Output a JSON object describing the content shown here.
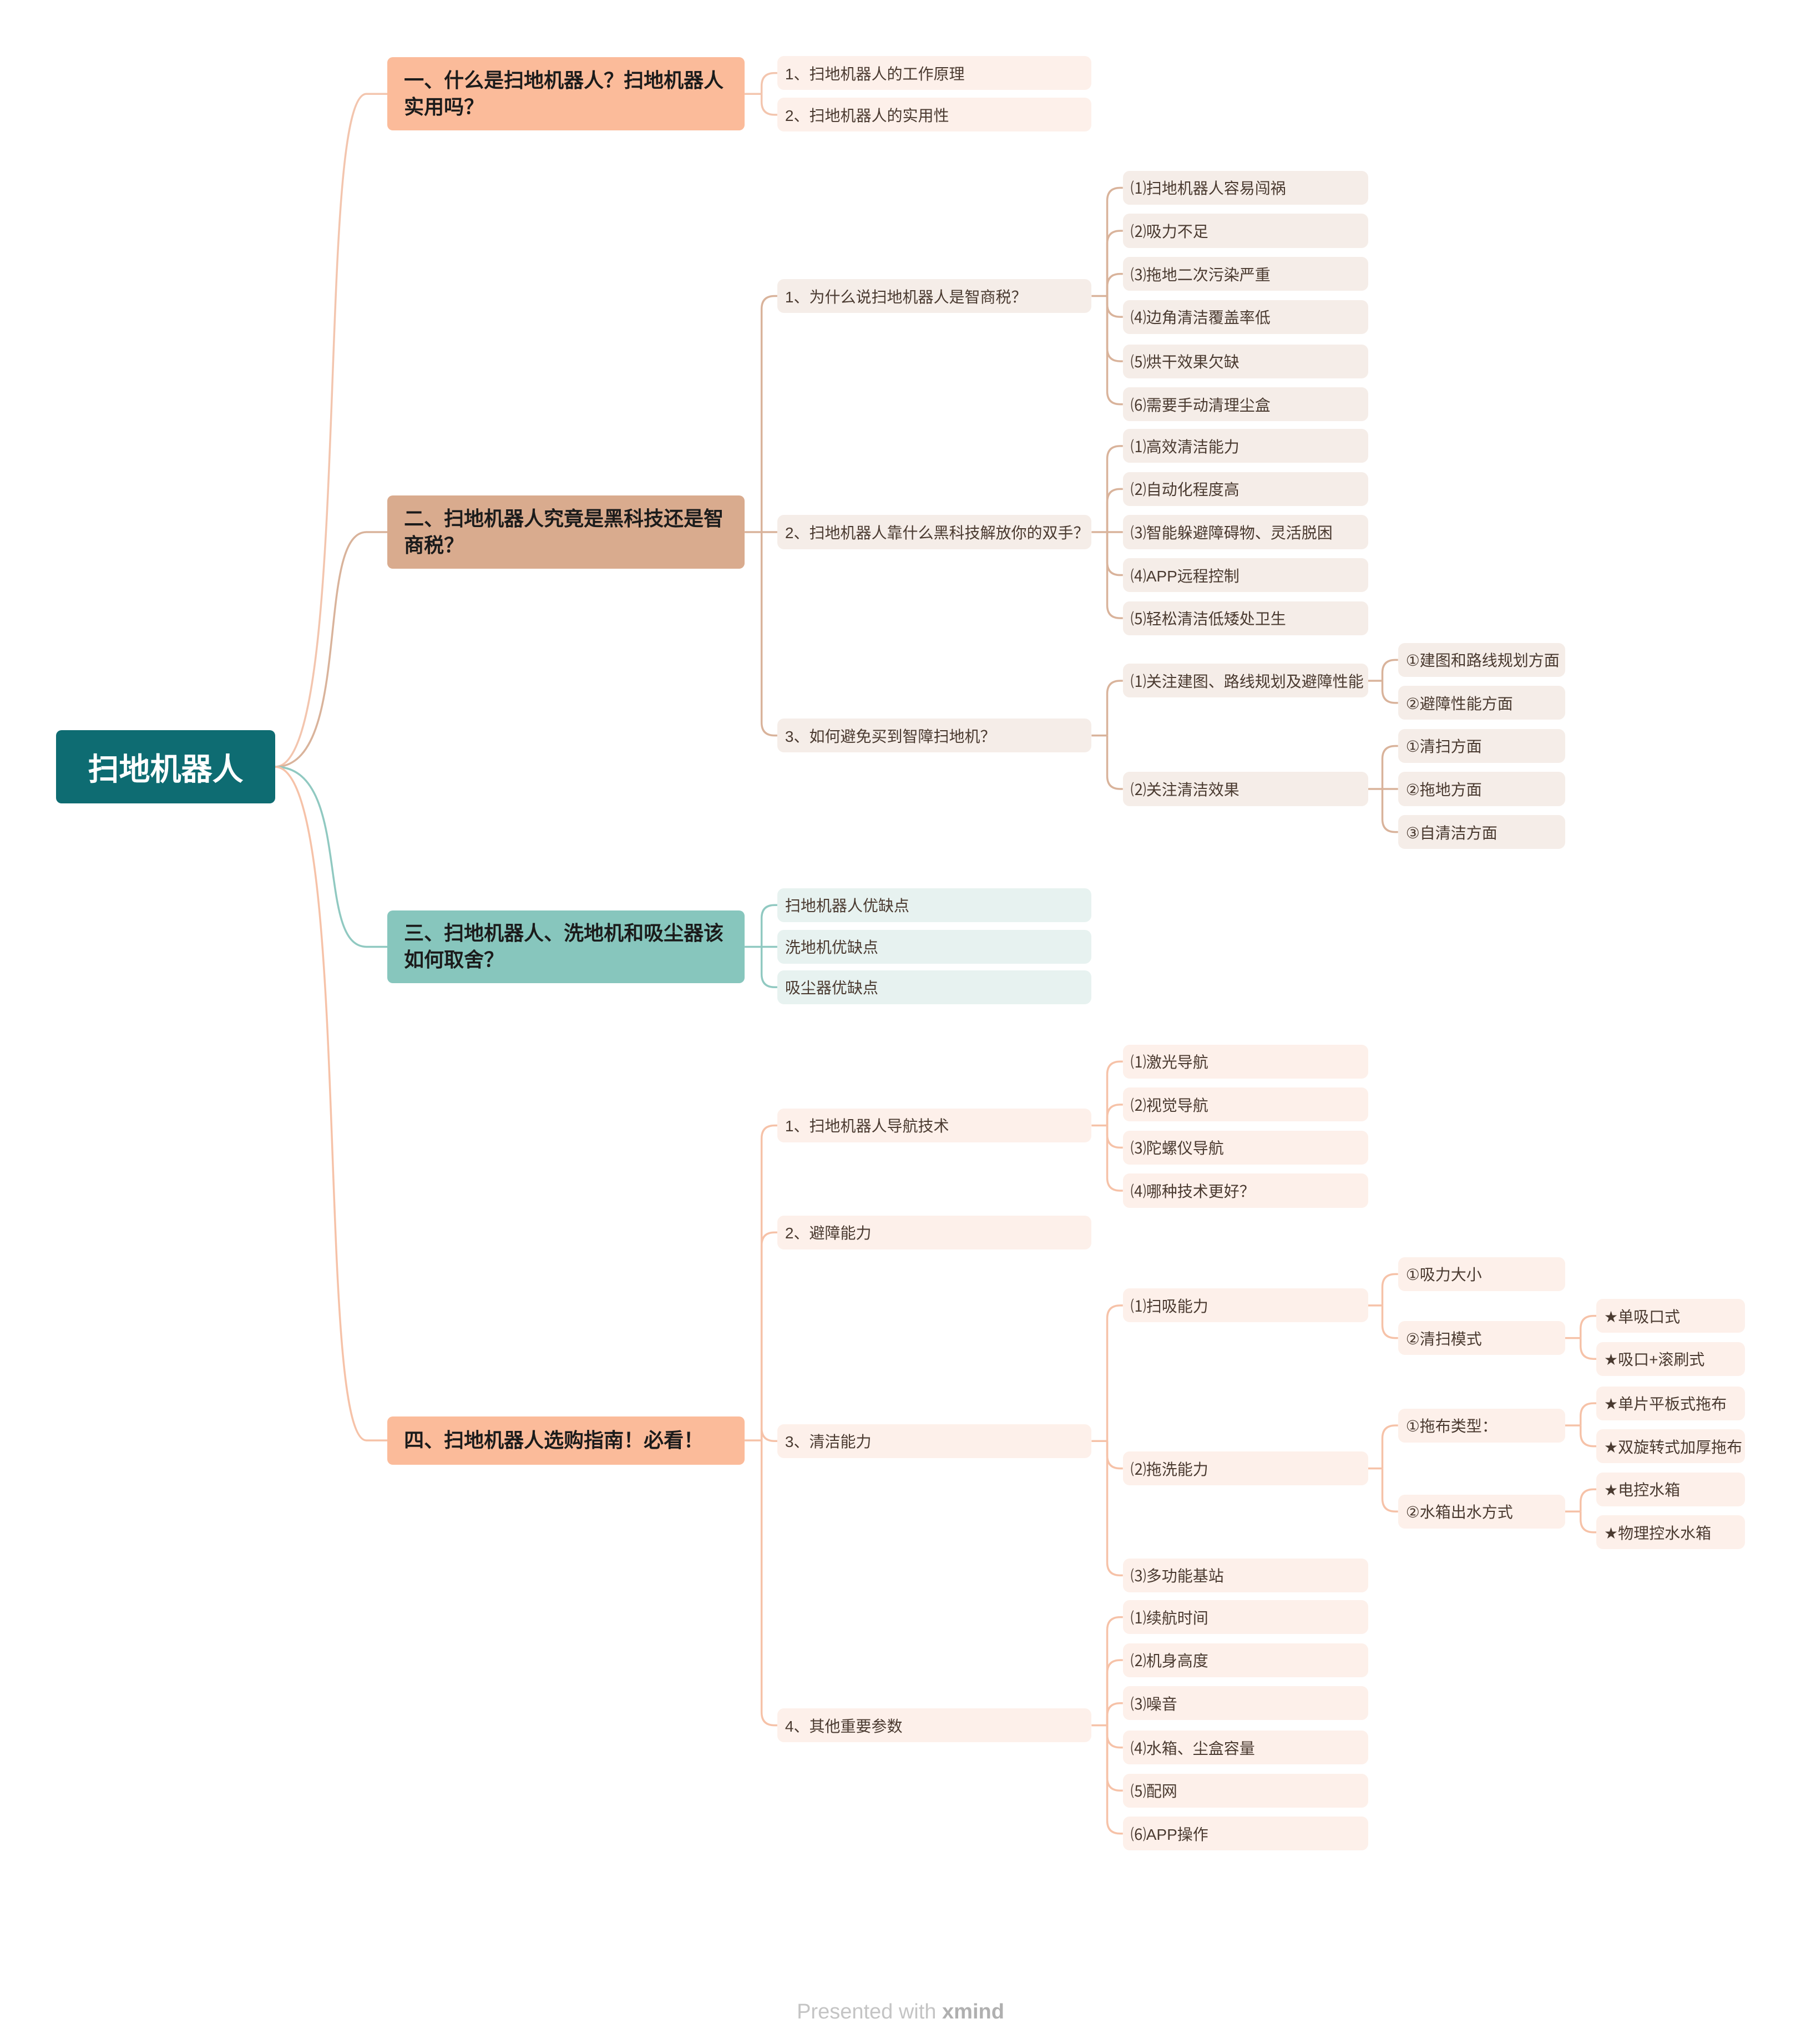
{
  "colors": {
    "root": "#0e6c72",
    "b1": "#fbbb9a",
    "b1_line": "#f3c5ae",
    "b1_sub": "#fdf0ea",
    "b2": "#d9ab8e",
    "b2_line": "#d9b39b",
    "b2_sub": "#f5ede8",
    "b3": "#87c6bd",
    "b3_line": "#90c9c1",
    "b3_sub": "#e7f2f0",
    "b4": "#fbbb9a",
    "b4_line": "#f6c2a8",
    "b4_sub": "#fdf0ea"
  },
  "root": {
    "label": "扫地机器人"
  },
  "branches": [
    {
      "label": "一、什么是扫地机器人？扫地机器人实用吗？",
      "children": [
        {
          "label": "1、扫地机器人的工作原理"
        },
        {
          "label": "2、扫地机器人的实用性"
        }
      ]
    },
    {
      "label": "二、扫地机器人究竟是黑科技还是智商税？",
      "children": [
        {
          "label": "1、为什么说扫地机器人是智商税？",
          "children": [
            {
              "label": "⑴扫地机器人容易闯祸"
            },
            {
              "label": "⑵吸力不足"
            },
            {
              "label": "⑶拖地二次污染严重"
            },
            {
              "label": "⑷边角清洁覆盖率低"
            },
            {
              "label": "⑸烘干效果欠缺"
            },
            {
              "label": "⑹需要手动清理尘盒"
            }
          ]
        },
        {
          "label": "2、扫地机器人靠什么黑科技解放你的双手？",
          "children": [
            {
              "label": "⑴高效清洁能力"
            },
            {
              "label": "⑵自动化程度高"
            },
            {
              "label": "⑶智能躲避障碍物、灵活脱困"
            },
            {
              "label": "⑷APP远程控制"
            },
            {
              "label": "⑸轻松清洁低矮处卫生"
            }
          ]
        },
        {
          "label": "3、如何避免买到智障扫地机？",
          "children": [
            {
              "label": "⑴关注建图、路线规划及避障性能",
              "children": [
                {
                  "label": "①建图和路线规划方面"
                },
                {
                  "label": "②避障性能方面"
                }
              ]
            },
            {
              "label": "⑵关注清洁效果",
              "children": [
                {
                  "label": "①清扫方面"
                },
                {
                  "label": "②拖地方面"
                },
                {
                  "label": "③自清洁方面"
                }
              ]
            }
          ]
        }
      ]
    },
    {
      "label": "三、扫地机器人、洗地机和吸尘器该如何取舍？",
      "children": [
        {
          "label": "扫地机器人优缺点"
        },
        {
          "label": "洗地机优缺点"
        },
        {
          "label": "吸尘器优缺点"
        }
      ]
    },
    {
      "label": "四、扫地机器人选购指南！必看！",
      "children": [
        {
          "label": "1、扫地机器人导航技术",
          "children": [
            {
              "label": "⑴激光导航"
            },
            {
              "label": "⑵视觉导航"
            },
            {
              "label": "⑶陀螺仪导航"
            },
            {
              "label": "⑷哪种技术更好？"
            }
          ]
        },
        {
          "label": "2、避障能力"
        },
        {
          "label": "3、清洁能力",
          "children": [
            {
              "label": "⑴扫吸能力",
              "children": [
                {
                  "label": "①吸力大小"
                },
                {
                  "label": "②清扫模式",
                  "children": [
                    {
                      "label": "★单吸口式"
                    },
                    {
                      "label": "★吸口+滚刷式"
                    }
                  ]
                }
              ]
            },
            {
              "label": "⑵拖洗能力",
              "children": [
                {
                  "label": "①拖布类型：",
                  "children": [
                    {
                      "label": "★单片平板式拖布"
                    },
                    {
                      "label": "★双旋转式加厚拖布"
                    }
                  ]
                },
                {
                  "label": "②水箱出水方式",
                  "children": [
                    {
                      "label": "★电控水箱"
                    },
                    {
                      "label": "★物理控水水箱"
                    }
                  ]
                }
              ]
            },
            {
              "label": "⑶多功能基站"
            }
          ]
        },
        {
          "label": "4、其他重要参数",
          "children": [
            {
              "label": "⑴续航时间"
            },
            {
              "label": "⑵机身高度"
            },
            {
              "label": "⑶噪音"
            },
            {
              "label": "⑷水箱、尘盒容量"
            },
            {
              "label": "⑸配网"
            },
            {
              "label": "⑹APP操作"
            }
          ]
        }
      ]
    }
  ],
  "watermark": {
    "prefix": "Presented with",
    "brand": "xmind"
  }
}
